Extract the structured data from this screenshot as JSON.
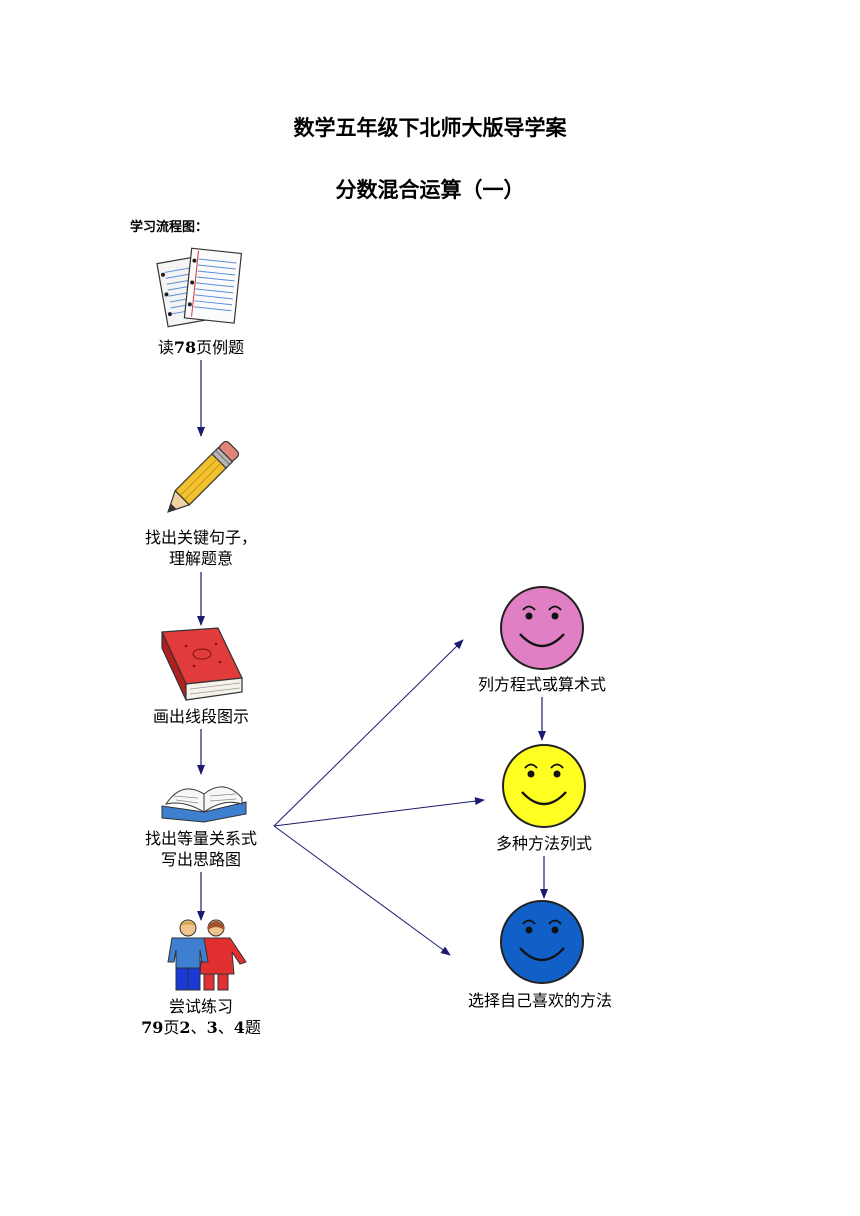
{
  "header": {
    "title": "数学五年级下北师大版导学案",
    "subtitle": "分数混合运算（一）",
    "flow_label": "学习流程图："
  },
  "steps": [
    {
      "icon": "papers-icon",
      "line1_pre": "读",
      "line1_num": "78",
      "line1_post": "页例题"
    },
    {
      "icon": "pencil-icon",
      "line1": "找出关键句子，",
      "line2": "理解题意"
    },
    {
      "icon": "red-book-icon",
      "line1": "画出线段图示"
    },
    {
      "icon": "open-book-icon",
      "line1": "找出等量关系式",
      "line2": "写出思路图"
    },
    {
      "icon": "two-people-icon",
      "line1": "尝试练习",
      "line2_parts": [
        "79",
        "页",
        "2",
        "、",
        "3",
        "、",
        "4",
        "题"
      ]
    }
  ],
  "branches": [
    {
      "icon": "pink-smiley-icon",
      "label": "列方程式或算术式",
      "color": "#e07fc4"
    },
    {
      "icon": "yellow-smiley-icon",
      "label": "多种方法列式",
      "color": "#ffff22"
    },
    {
      "icon": "blue-smiley-icon",
      "label": "选择自己喜欢的方法",
      "color": "#1060c8"
    }
  ],
  "colors": {
    "arrow": "#1a1a6e"
  }
}
